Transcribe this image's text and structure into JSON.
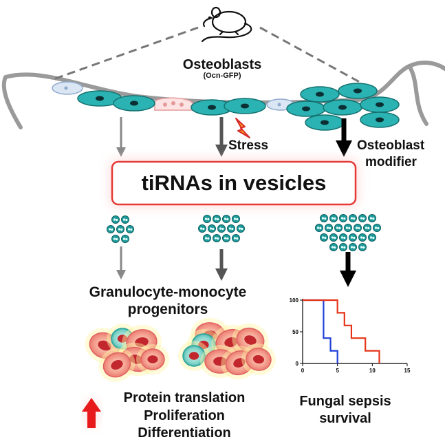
{
  "labels": {
    "osteoblasts": "Osteoblasts",
    "ocn_gfp": "(Ocn-GFP)",
    "stress": "Stress",
    "modifier_line1": "Osteoblast",
    "modifier_line2": "modifier",
    "vesicles_box": "tiRNAs in vesicles",
    "gmp_line1": "Granulocyte-monocyte",
    "gmp_line2": "progenitors",
    "effect_line1": "Protein translation",
    "effect_line2": "Proliferation",
    "effect_line3": "Differentiation",
    "sepsis_line1": "Fungal sepsis",
    "sepsis_line2": "survival"
  },
  "colors": {
    "osteoblast_cell": "#2bb3b3",
    "vesicle": "#1f9b9b",
    "box_border": "#e53935",
    "box_glow": "#ffb3b3",
    "gmp_cell": "#f28b8b",
    "gmp_nucleus": "#c1272d",
    "up_arrow": "#e8191a",
    "curve_control": "#1f3fd8",
    "curve_modified": "#e53318"
  },
  "icons": [
    "mouse-icon",
    "lightning-icon",
    "up-arrow-icon"
  ],
  "chart_data": {
    "type": "line",
    "title": "",
    "xlabel": "",
    "ylabel": "",
    "xlim": [
      0,
      15
    ],
    "ylim": [
      0,
      100
    ],
    "x_ticks": [
      0,
      5,
      10,
      15
    ],
    "y_ticks": [
      0,
      50,
      100
    ],
    "step": true,
    "series": [
      {
        "color": "#1f3fd8",
        "x": [
          0,
          3,
          3,
          4,
          4,
          5,
          5
        ],
        "y": [
          100,
          100,
          40,
          40,
          20,
          20,
          0
        ]
      },
      {
        "color": "#e53318",
        "x": [
          0,
          5,
          5,
          6,
          6,
          7,
          7,
          9,
          9,
          11,
          11
        ],
        "y": [
          100,
          100,
          80,
          80,
          60,
          60,
          40,
          40,
          20,
          20,
          0
        ]
      }
    ]
  }
}
